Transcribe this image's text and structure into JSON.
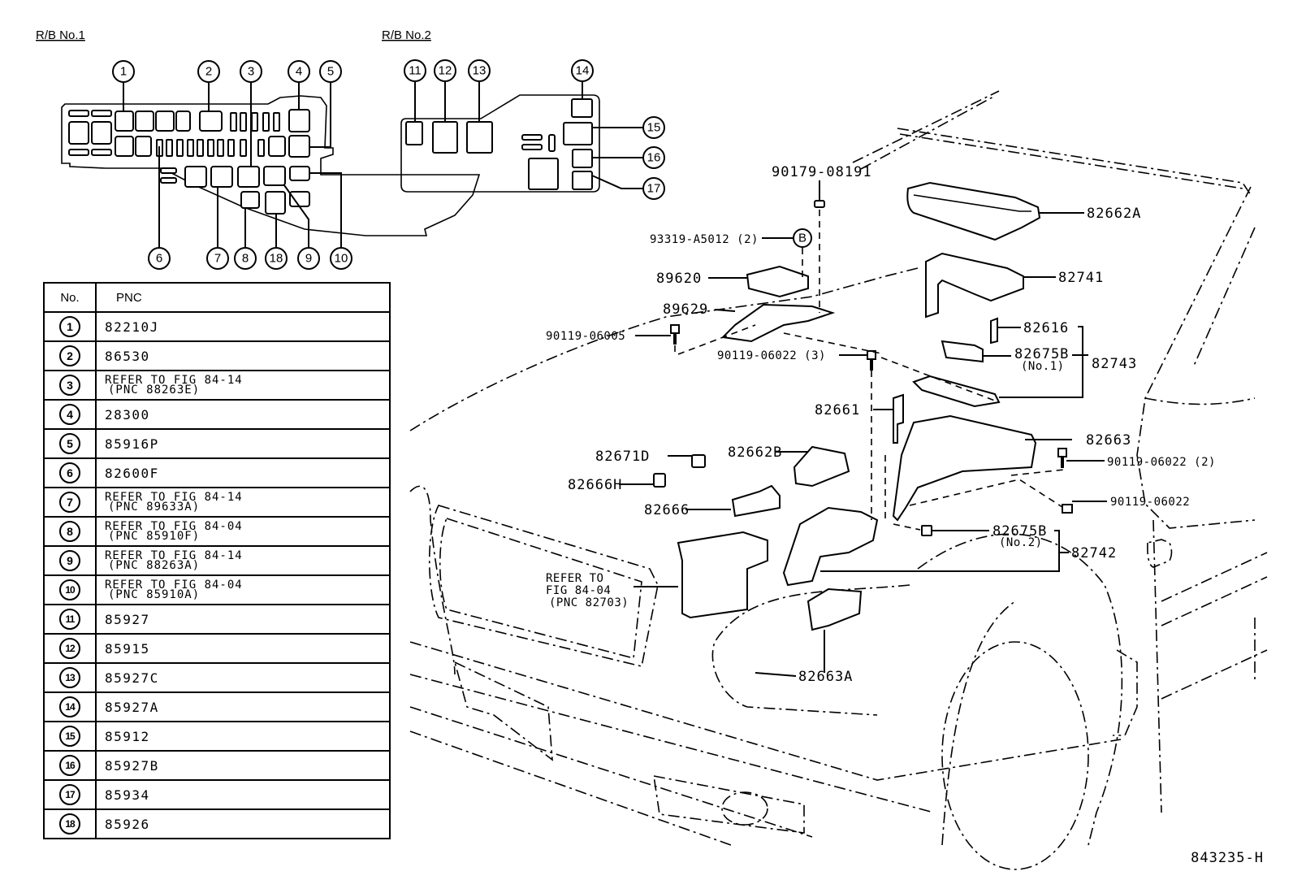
{
  "relay_block_1": {
    "title": "R/B No.1",
    "callouts_top": [
      "1",
      "2",
      "3",
      "4",
      "5"
    ],
    "callouts_bottom": [
      "6",
      "7",
      "8",
      "18",
      "9",
      "10"
    ]
  },
  "relay_block_2": {
    "title": "R/B No.2",
    "callouts_top": [
      "11",
      "12",
      "13",
      "14"
    ],
    "callouts_right": [
      "15",
      "16",
      "17"
    ]
  },
  "parts_table": {
    "headers": {
      "no": "No.",
      "pnc": "PNC"
    },
    "rows": [
      {
        "no": "1",
        "pnc": "82210J"
      },
      {
        "no": "2",
        "pnc": "86530"
      },
      {
        "no": "3",
        "ref": "REFER TO FIG 84-14",
        "pnc_ref": "(PNC 88263E)"
      },
      {
        "no": "4",
        "pnc": "28300"
      },
      {
        "no": "5",
        "pnc": "85916P"
      },
      {
        "no": "6",
        "pnc": "82600F"
      },
      {
        "no": "7",
        "ref": "REFER TO FIG 84-14",
        "pnc_ref": "(PNC 89633A)"
      },
      {
        "no": "8",
        "ref": "REFER TO FIG 84-04",
        "pnc_ref": "(PNC 85910F)"
      },
      {
        "no": "9",
        "ref": "REFER TO FIG 84-14",
        "pnc_ref": "(PNC 88263A)"
      },
      {
        "no": "10",
        "ref": "REFER TO FIG 84-04",
        "pnc_ref": "(PNC 85910A)"
      },
      {
        "no": "11",
        "pnc": "85927"
      },
      {
        "no": "12",
        "pnc": "85915"
      },
      {
        "no": "13",
        "pnc": "85927C"
      },
      {
        "no": "14",
        "pnc": "85927A"
      },
      {
        "no": "15",
        "pnc": "85912"
      },
      {
        "no": "16",
        "pnc": "85927B"
      },
      {
        "no": "17",
        "pnc": "85934"
      },
      {
        "no": "18",
        "pnc": "85926"
      }
    ]
  },
  "callouts": {
    "nut_top": "90179-08191",
    "bolt_b": "93319-A5012 (2)",
    "b_marker": "B",
    "module": "89620",
    "bracket": "89629",
    "bolt_left": "90119-06005",
    "bolt_3": "90119-06022 (3)",
    "cover_a": "82662A",
    "block_82741": "82741",
    "clip_82616": "82616",
    "fuse_no1": "82675B",
    "fuse_no1_sub": "(No.1)",
    "group_82743": "82743",
    "holder_82661": "82661",
    "relay_82671d": "82671D",
    "cover_b": "82662B",
    "relay_82666h": "82666H",
    "block_82666": "82666",
    "box_82663": "82663",
    "bolt_2": "90119-06022 (2)",
    "bolt_single": "90119-06022",
    "fuse_no2": "82675B",
    "fuse_no2_sub": "(No.2)",
    "group_82742": "82742",
    "refer_line1": "REFER TO",
    "refer_line2": "FIG 84-04",
    "refer_line3": "(PNC 82703)",
    "cover_82663a": "82663A"
  },
  "figure_id": "843235-H"
}
